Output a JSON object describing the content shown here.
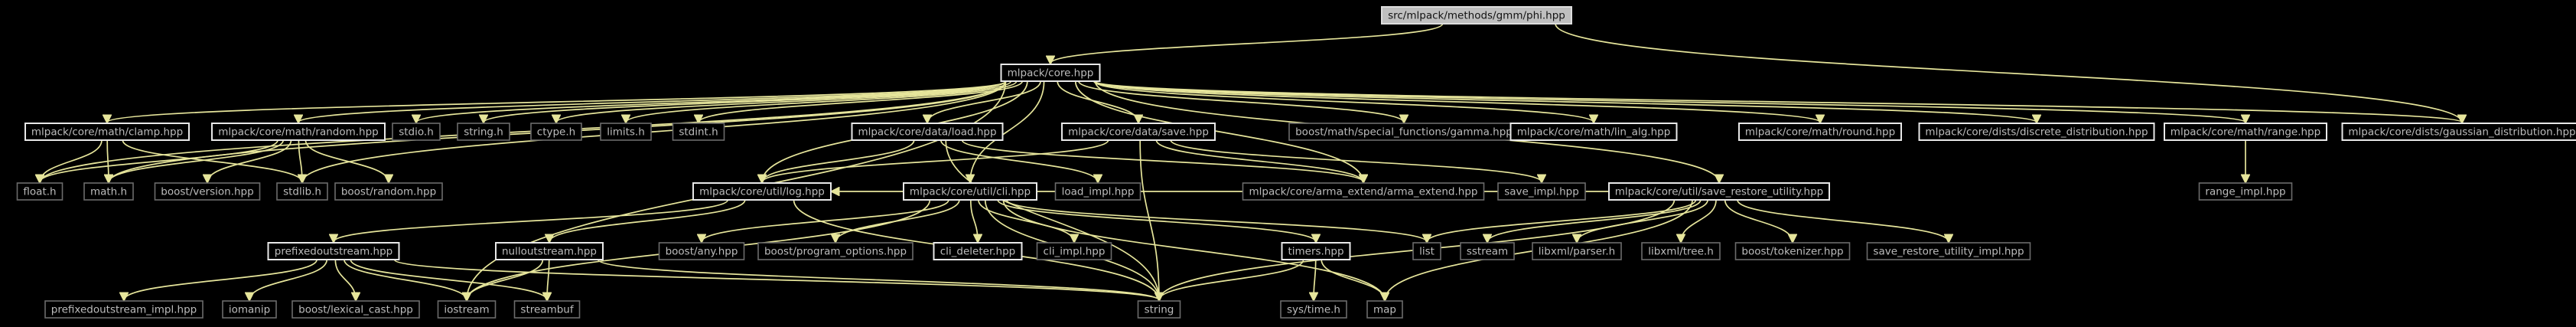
{
  "graph": {
    "nodes": [
      {
        "id": "phi",
        "label": "src/mlpack/methods/gmm/phi.hpp",
        "style": "root"
      },
      {
        "id": "core",
        "label": "mlpack/core.hpp",
        "style": "doc"
      },
      {
        "id": "clamp",
        "label": "mlpack/core/math/clamp.hpp",
        "style": "doc"
      },
      {
        "id": "random",
        "label": "mlpack/core/math/random.hpp",
        "style": "doc"
      },
      {
        "id": "stdio",
        "label": "stdio.h",
        "style": "plain"
      },
      {
        "id": "stringh",
        "label": "string.h",
        "style": "plain"
      },
      {
        "id": "ctype",
        "label": "ctype.h",
        "style": "plain"
      },
      {
        "id": "limits",
        "label": "limits.h",
        "style": "plain"
      },
      {
        "id": "stdint",
        "label": "stdint.h",
        "style": "plain"
      },
      {
        "id": "load",
        "label": "mlpack/core/data/load.hpp",
        "style": "doc"
      },
      {
        "id": "save",
        "label": "mlpack/core/data/save.hpp",
        "style": "doc"
      },
      {
        "id": "gamma",
        "label": "boost/math/special_functions/gamma.hpp",
        "style": "plain"
      },
      {
        "id": "linalg",
        "label": "mlpack/core/math/lin_alg.hpp",
        "style": "doc"
      },
      {
        "id": "round",
        "label": "mlpack/core/math/round.hpp",
        "style": "doc"
      },
      {
        "id": "discrete",
        "label": "mlpack/core/dists/discrete_distribution.hpp",
        "style": "doc"
      },
      {
        "id": "range",
        "label": "mlpack/core/math/range.hpp",
        "style": "doc"
      },
      {
        "id": "gaussian",
        "label": "mlpack/core/dists/gaussian_distribution.hpp",
        "style": "doc"
      },
      {
        "id": "floath",
        "label": "float.h",
        "style": "plain"
      },
      {
        "id": "mathh",
        "label": "math.h",
        "style": "plain"
      },
      {
        "id": "bversion",
        "label": "boost/version.hpp",
        "style": "plain"
      },
      {
        "id": "stdlib",
        "label": "stdlib.h",
        "style": "plain"
      },
      {
        "id": "brandom",
        "label": "boost/random.hpp",
        "style": "plain"
      },
      {
        "id": "log",
        "label": "mlpack/core/util/log.hpp",
        "style": "doc"
      },
      {
        "id": "cli",
        "label": "mlpack/core/util/cli.hpp",
        "style": "doc"
      },
      {
        "id": "loadimpl",
        "label": "load_impl.hpp",
        "style": "plain"
      },
      {
        "id": "armaext",
        "label": "mlpack/core/arma_extend/arma_extend.hpp",
        "style": "plain"
      },
      {
        "id": "saveimpl",
        "label": "save_impl.hpp",
        "style": "plain"
      },
      {
        "id": "sru",
        "label": "mlpack/core/util/save_restore_utility.hpp",
        "style": "doc"
      },
      {
        "id": "rangeimpl",
        "label": "range_impl.hpp",
        "style": "plain"
      },
      {
        "id": "prefixed",
        "label": "prefixedoutstream.hpp",
        "style": "doc"
      },
      {
        "id": "nullout",
        "label": "nulloutstream.hpp",
        "style": "doc"
      },
      {
        "id": "bany",
        "label": "boost/any.hpp",
        "style": "plain"
      },
      {
        "id": "bpo",
        "label": "boost/program_options.hpp",
        "style": "plain"
      },
      {
        "id": "clideleter",
        "label": "cli_deleter.hpp",
        "style": "doc"
      },
      {
        "id": "cliimpl",
        "label": "cli_impl.hpp",
        "style": "plain"
      },
      {
        "id": "timers",
        "label": "timers.hpp",
        "style": "doc"
      },
      {
        "id": "list",
        "label": "list",
        "style": "plain"
      },
      {
        "id": "sstream",
        "label": "sstream",
        "style": "plain"
      },
      {
        "id": "parser",
        "label": "libxml/parser.h",
        "style": "plain"
      },
      {
        "id": "tree",
        "label": "libxml/tree.h",
        "style": "plain"
      },
      {
        "id": "tokenizer",
        "label": "boost/tokenizer.hpp",
        "style": "plain"
      },
      {
        "id": "sruimpl",
        "label": "save_restore_utility_impl.hpp",
        "style": "plain"
      },
      {
        "id": "prefimpl",
        "label": "prefixedoutstream_impl.hpp",
        "style": "plain"
      },
      {
        "id": "iomanip",
        "label": "iomanip",
        "style": "plain"
      },
      {
        "id": "lexical",
        "label": "boost/lexical_cast.hpp",
        "style": "plain"
      },
      {
        "id": "iostream",
        "label": "iostream",
        "style": "plain"
      },
      {
        "id": "streambuf",
        "label": "streambuf",
        "style": "plain"
      },
      {
        "id": "string",
        "label": "string",
        "style": "plain"
      },
      {
        "id": "systime",
        "label": "sys/time.h",
        "style": "plain"
      },
      {
        "id": "map",
        "label": "map",
        "style": "plain"
      }
    ],
    "edges": [
      [
        "phi",
        "core"
      ],
      [
        "phi",
        "gaussian"
      ],
      [
        "core",
        "clamp"
      ],
      [
        "core",
        "random"
      ],
      [
        "core",
        "stdio"
      ],
      [
        "core",
        "stringh"
      ],
      [
        "core",
        "ctype"
      ],
      [
        "core",
        "limits"
      ],
      [
        "core",
        "stdint"
      ],
      [
        "core",
        "load"
      ],
      [
        "core",
        "save"
      ],
      [
        "core",
        "gamma"
      ],
      [
        "core",
        "linalg"
      ],
      [
        "core",
        "round"
      ],
      [
        "core",
        "discrete"
      ],
      [
        "core",
        "range"
      ],
      [
        "core",
        "gaussian"
      ],
      [
        "core",
        "floath"
      ],
      [
        "core",
        "mathh"
      ],
      [
        "core",
        "stdlib"
      ],
      [
        "core",
        "log"
      ],
      [
        "core",
        "cli"
      ],
      [
        "core",
        "sru"
      ],
      [
        "core",
        "armaext"
      ],
      [
        "core",
        "iostream"
      ],
      [
        "clamp",
        "floath"
      ],
      [
        "clamp",
        "mathh"
      ],
      [
        "clamp",
        "stdlib"
      ],
      [
        "random",
        "floath"
      ],
      [
        "random",
        "mathh"
      ],
      [
        "random",
        "bversion"
      ],
      [
        "random",
        "stdlib"
      ],
      [
        "random",
        "brandom"
      ],
      [
        "load",
        "log"
      ],
      [
        "load",
        "loadimpl"
      ],
      [
        "load",
        "armaext"
      ],
      [
        "load",
        "string"
      ],
      [
        "save",
        "log"
      ],
      [
        "save",
        "armaext"
      ],
      [
        "save",
        "saveimpl"
      ],
      [
        "save",
        "string"
      ],
      [
        "range",
        "rangeimpl"
      ],
      [
        "log",
        "prefixed"
      ],
      [
        "log",
        "nullout"
      ],
      [
        "log",
        "string"
      ],
      [
        "cli",
        "bany"
      ],
      [
        "cli",
        "bpo"
      ],
      [
        "cli",
        "clideleter"
      ],
      [
        "cli",
        "cliimpl"
      ],
      [
        "cli",
        "timers"
      ],
      [
        "cli",
        "list"
      ],
      [
        "cli",
        "iostream"
      ],
      [
        "cli",
        "map"
      ],
      [
        "cli",
        "string"
      ],
      [
        "sru",
        "list"
      ],
      [
        "sru",
        "sstream"
      ],
      [
        "sru",
        "parser"
      ],
      [
        "sru",
        "tree"
      ],
      [
        "sru",
        "tokenizer"
      ],
      [
        "sru",
        "sruimpl"
      ],
      [
        "sru",
        "map"
      ],
      [
        "sru",
        "string"
      ],
      [
        "sru",
        "log"
      ],
      [
        "prefixed",
        "prefimpl"
      ],
      [
        "prefixed",
        "iomanip"
      ],
      [
        "prefixed",
        "lexical"
      ],
      [
        "prefixed",
        "iostream"
      ],
      [
        "prefixed",
        "streambuf"
      ],
      [
        "prefixed",
        "string"
      ],
      [
        "nullout",
        "iostream"
      ],
      [
        "nullout",
        "streambuf"
      ],
      [
        "nullout",
        "string"
      ],
      [
        "timers",
        "systime"
      ],
      [
        "timers",
        "map"
      ],
      [
        "timers",
        "string"
      ]
    ]
  }
}
